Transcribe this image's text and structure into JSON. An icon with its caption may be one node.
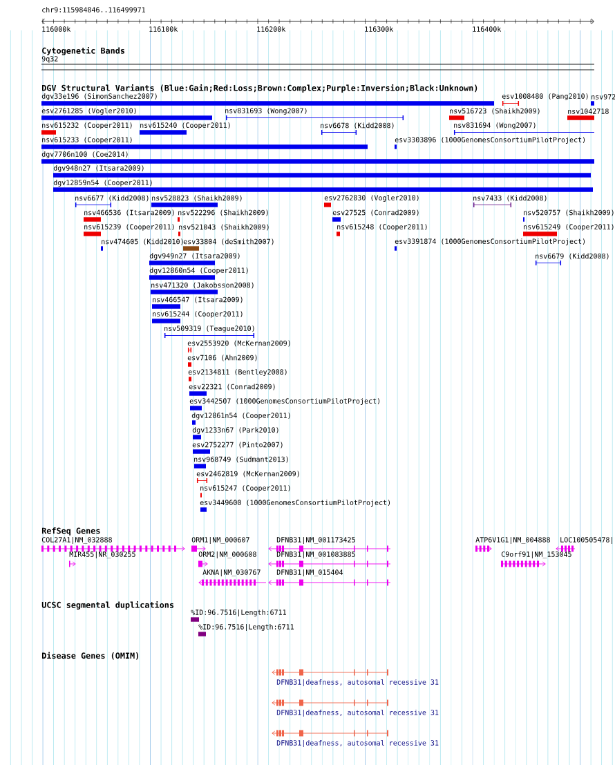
{
  "diagram": {
    "labels": [
      "chr9:115984846..116499971",
      "116000k",
      "116100k",
      "116200k",
      "116300k",
      "116400k",
      "Cytogenetic Bands",
      "9q32",
      "DGV Structural Variants (Blue:Gain;Red:Loss;Brown:Complex;Purple:Inversion;Black:Unknown)",
      "dgv33e196 (SimonSanchez2007)",
      "esv1008480 (Pang2010)",
      "nsv972",
      "esv2761285 (Vogler2010)",
      "nsv831693 (Wong2007)",
      "nsv516723 (Shaikh2009)",
      "nsv1042718",
      "nsv615232 (Cooper2011)",
      "nsv615240 (Cooper2011)",
      "nsv6678 (Kidd2008)",
      "nsv831694 (Wong2007)",
      "nsv615233 (Cooper2011)",
      "esv3303896 (1000GenomesConsortiumPilotProject)",
      "dgv7706n100 (Coe2014)",
      "dgv948n27 (Itsara2009)",
      "dgv12859n54 (Cooper2011)",
      "nsv6677 (Kidd2008)",
      "nsv528823 (Shaikh2009)",
      "esv2762830 (Vogler2010)",
      "nsv7433 (Kidd2008)",
      "nsv466536 (Itsara2009)",
      "nsv522296 (Shaikh2009)",
      "esv27525 (Conrad2009)",
      "nsv520757 (Shaikh2009)",
      "nsv615239 (Cooper2011)",
      "nsv521043 (Shaikh2009)",
      "nsv615248 (Cooper2011)",
      "nsv615249 (Cooper2011)",
      "nsv474605 (Kidd2010)",
      "esv33804 (deSmith2007)",
      "esv3391874 (1000GenomesConsortiumPilotProject)",
      "dgv949n27 (Itsara2009)",
      "nsv6679 (Kidd2008)",
      "dgv12860n54 (Cooper2011)",
      "nsv471320 (Jakobsson2008)",
      "nsv466547 (Itsara2009)",
      "nsv615244 (Cooper2011)",
      "nsv509319 (Teague2010)",
      "esv2553920 (McKernan2009)",
      "esv7106 (Ahn2009)",
      "esv2134811 (Bentley2008)",
      "esv22321 (Conrad2009)",
      "esv3442507 (1000GenomesConsortiumPilotProject)",
      "dgv12861n54 (Cooper2011)",
      "dgv1233n67 (Park2010)",
      "esv2752277 (Pinto2007)",
      "nsv968749 (Sudmant2013)",
      "esv2462819 (McKernan2009)",
      "nsv615247 (Cooper2011)",
      "esv3449600 (1000GenomesConsortiumPilotProject)",
      "RefSeq Genes",
      "COL27A1|NM_032888",
      "ORM1|NM_000607",
      "DFNB31|NM_001173425",
      "ATP6V1G1|NM_004888",
      "LOC100505478|",
      "MIR455|NR_030255",
      "ORM2|NM_000608",
      "DFNB31|NM_001083885",
      "C9orf91|NM_153045",
      "AKNA|NM_030767",
      "DFNB31|NM_015404",
      "UCSC segmental duplications",
      "%ID:96.7516|Length:6711",
      "%ID:96.7516|Length:6711",
      "Disease Genes (OMIM)",
      "DFNB31|deafness, autosomal recessive 31",
      "DFNB31|deafness, autosomal recessive 31",
      "DFNB31|deafness, autosomal recessive 31"
    ]
  }
}
